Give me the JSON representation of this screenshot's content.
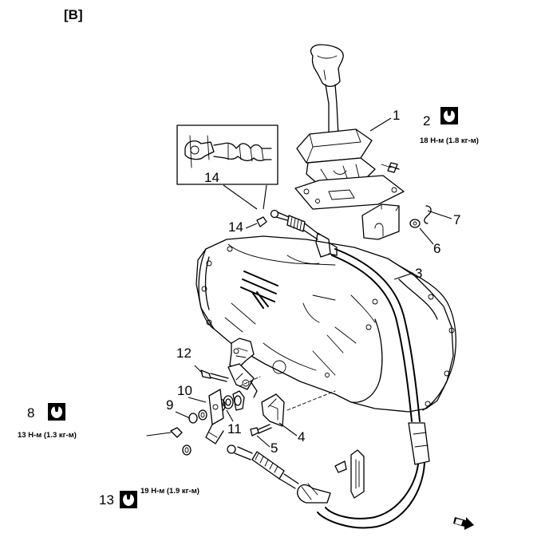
{
  "section_label": "[B]",
  "callouts": {
    "c1": "1",
    "c2": "2",
    "c3": "3",
    "c4": "4",
    "c5": "5",
    "c6": "6",
    "c7": "7",
    "c8": "8",
    "c9": "9",
    "c10": "10",
    "c11": "11",
    "c12": "12",
    "c13": "13",
    "c14_detail": "14",
    "c14": "14"
  },
  "torque": {
    "t2": "18 Н-м (1.8 кг-м)",
    "t8": "13 Н-м (1.3 кг-м)",
    "t13": "19 Н-м (1.9 кг-м)"
  },
  "icons": {
    "torque_wrench": "torque-wrench-icon",
    "front_arrow": "front-direction-arrow-icon"
  },
  "colors": {
    "ink": "#000000",
    "paper": "#ffffff"
  }
}
